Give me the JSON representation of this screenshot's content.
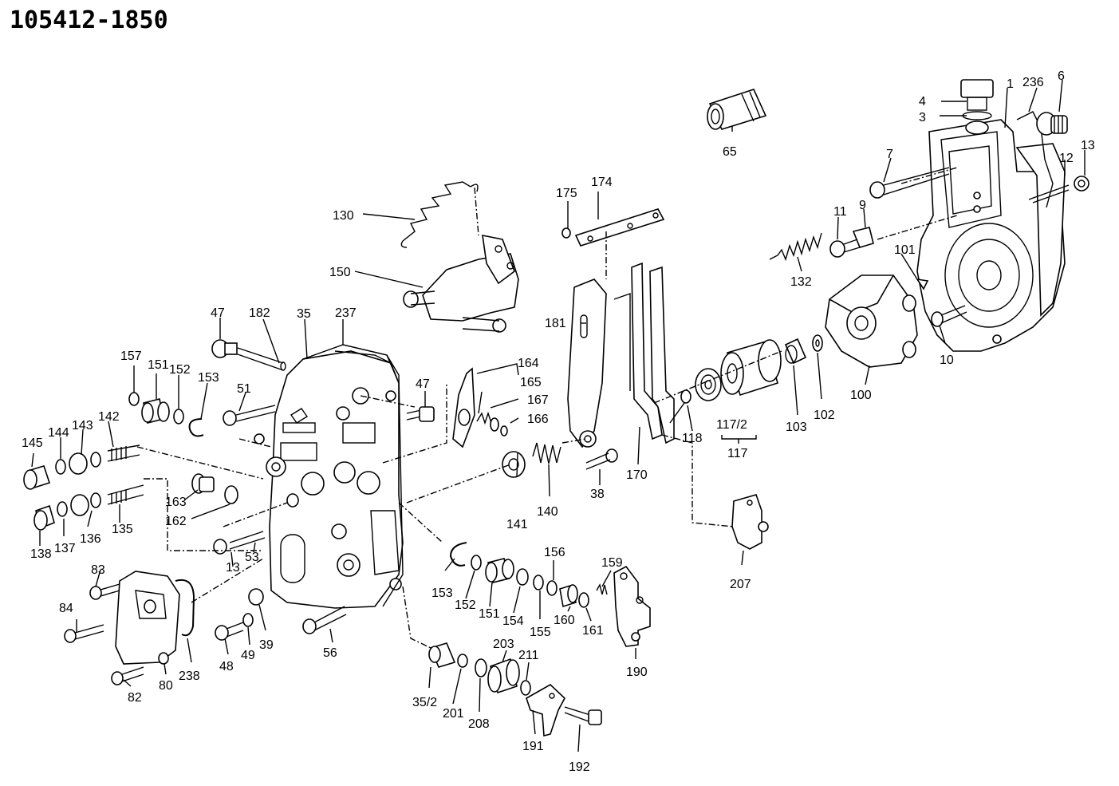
{
  "diagram": {
    "part_number": "105412-1850",
    "callouts": [
      {
        "id": "c1",
        "text": "1"
      },
      {
        "id": "c3",
        "text": "3"
      },
      {
        "id": "c4",
        "text": "4"
      },
      {
        "id": "c6",
        "text": "6"
      },
      {
        "id": "c7",
        "text": "7"
      },
      {
        "id": "c9",
        "text": "9"
      },
      {
        "id": "c10",
        "text": "10"
      },
      {
        "id": "c11",
        "text": "11"
      },
      {
        "id": "c12",
        "text": "12"
      },
      {
        "id": "c13a",
        "text": "13"
      },
      {
        "id": "c13b",
        "text": "13"
      },
      {
        "id": "c35",
        "text": "35"
      },
      {
        "id": "c35_2",
        "text": "35/2"
      },
      {
        "id": "c38",
        "text": "38"
      },
      {
        "id": "c39",
        "text": "39"
      },
      {
        "id": "c47a",
        "text": "47"
      },
      {
        "id": "c47b",
        "text": "47"
      },
      {
        "id": "c48",
        "text": "48"
      },
      {
        "id": "c49",
        "text": "49"
      },
      {
        "id": "c51",
        "text": "51"
      },
      {
        "id": "c53",
        "text": "53"
      },
      {
        "id": "c56",
        "text": "56"
      },
      {
        "id": "c65",
        "text": "65"
      },
      {
        "id": "c80",
        "text": "80"
      },
      {
        "id": "c82",
        "text": "82"
      },
      {
        "id": "c83",
        "text": "83"
      },
      {
        "id": "c84",
        "text": "84"
      },
      {
        "id": "c100",
        "text": "100"
      },
      {
        "id": "c101",
        "text": "101"
      },
      {
        "id": "c102",
        "text": "102"
      },
      {
        "id": "c103",
        "text": "103"
      },
      {
        "id": "c117",
        "text": "117"
      },
      {
        "id": "c117_2",
        "text": "117/2"
      },
      {
        "id": "c118",
        "text": "118"
      },
      {
        "id": "c130",
        "text": "130"
      },
      {
        "id": "c132",
        "text": "132"
      },
      {
        "id": "c135",
        "text": "135"
      },
      {
        "id": "c136",
        "text": "136"
      },
      {
        "id": "c137",
        "text": "137"
      },
      {
        "id": "c138",
        "text": "138"
      },
      {
        "id": "c140",
        "text": "140"
      },
      {
        "id": "c141",
        "text": "141"
      },
      {
        "id": "c142",
        "text": "142"
      },
      {
        "id": "c143",
        "text": "143"
      },
      {
        "id": "c144",
        "text": "144"
      },
      {
        "id": "c145",
        "text": "145"
      },
      {
        "id": "c150",
        "text": "150"
      },
      {
        "id": "c151a",
        "text": "151"
      },
      {
        "id": "c151b",
        "text": "151"
      },
      {
        "id": "c152a",
        "text": "152"
      },
      {
        "id": "c152b",
        "text": "152"
      },
      {
        "id": "c153a",
        "text": "153"
      },
      {
        "id": "c153b",
        "text": "153"
      },
      {
        "id": "c154",
        "text": "154"
      },
      {
        "id": "c155",
        "text": "155"
      },
      {
        "id": "c156",
        "text": "156"
      },
      {
        "id": "c157",
        "text": "157"
      },
      {
        "id": "c159",
        "text": "159"
      },
      {
        "id": "c160",
        "text": "160"
      },
      {
        "id": "c161",
        "text": "161"
      },
      {
        "id": "c162",
        "text": "162"
      },
      {
        "id": "c163",
        "text": "163"
      },
      {
        "id": "c164",
        "text": "164"
      },
      {
        "id": "c165",
        "text": "165"
      },
      {
        "id": "c166",
        "text": "166"
      },
      {
        "id": "c167",
        "text": "167"
      },
      {
        "id": "c170",
        "text": "170"
      },
      {
        "id": "c174",
        "text": "174"
      },
      {
        "id": "c175",
        "text": "175"
      },
      {
        "id": "c181",
        "text": "181"
      },
      {
        "id": "c182",
        "text": "182"
      },
      {
        "id": "c190",
        "text": "190"
      },
      {
        "id": "c191",
        "text": "191"
      },
      {
        "id": "c192",
        "text": "192"
      },
      {
        "id": "c201",
        "text": "201"
      },
      {
        "id": "c203",
        "text": "203"
      },
      {
        "id": "c207",
        "text": "207"
      },
      {
        "id": "c208",
        "text": "208"
      },
      {
        "id": "c211",
        "text": "211"
      },
      {
        "id": "c236",
        "text": "236"
      },
      {
        "id": "c237",
        "text": "237"
      },
      {
        "id": "c238",
        "text": "238"
      }
    ]
  }
}
